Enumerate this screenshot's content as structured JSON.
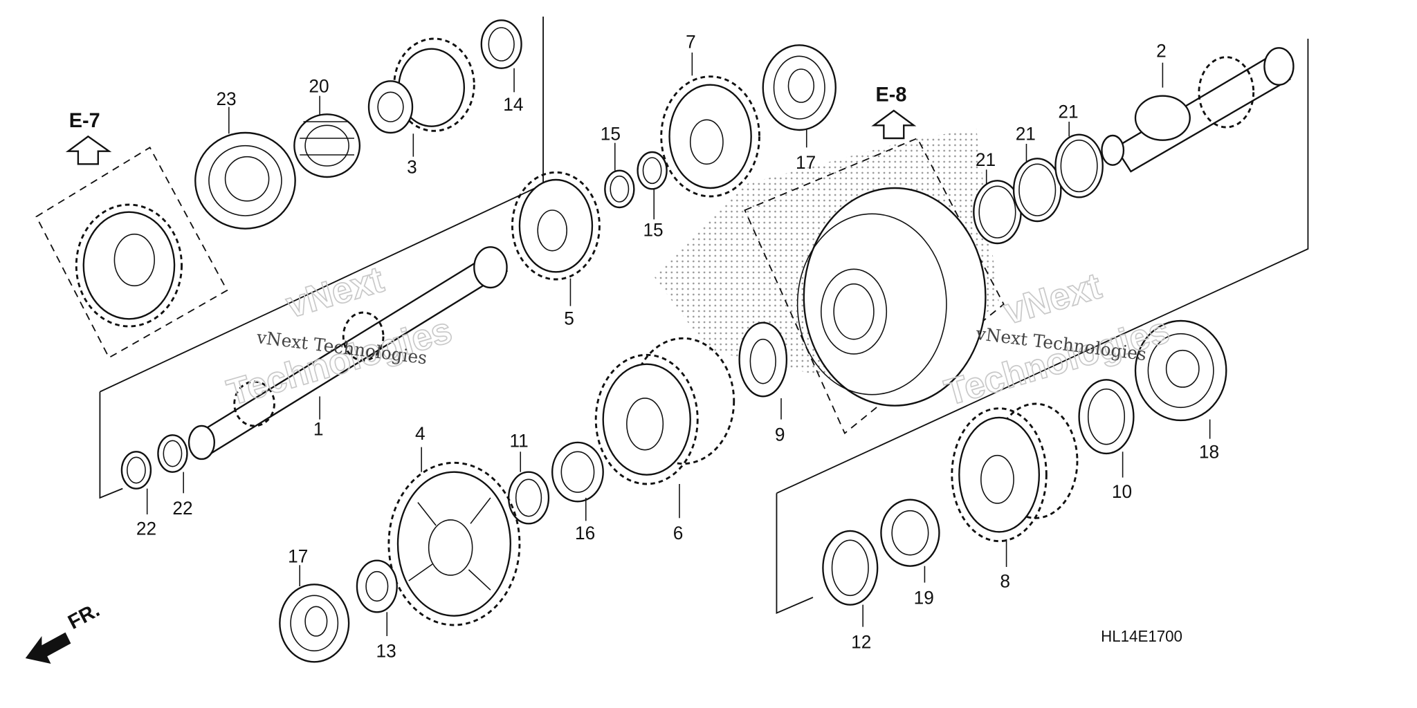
{
  "diagram": {
    "part_numbers": [
      "1",
      "2",
      "3",
      "4",
      "5",
      "6",
      "7",
      "8",
      "9",
      "10",
      "11",
      "12",
      "13",
      "14",
      "15",
      "15",
      "16",
      "17",
      "17",
      "18",
      "19",
      "20",
      "21",
      "21",
      "21",
      "22",
      "22",
      "23"
    ],
    "references": [
      "E-7",
      "E-8"
    ],
    "direction_label": "FR.",
    "drawing_code": "HL14E1700",
    "watermark": {
      "brand": "vNext",
      "company": "Technologies",
      "caption": "vNext Technologies"
    }
  }
}
